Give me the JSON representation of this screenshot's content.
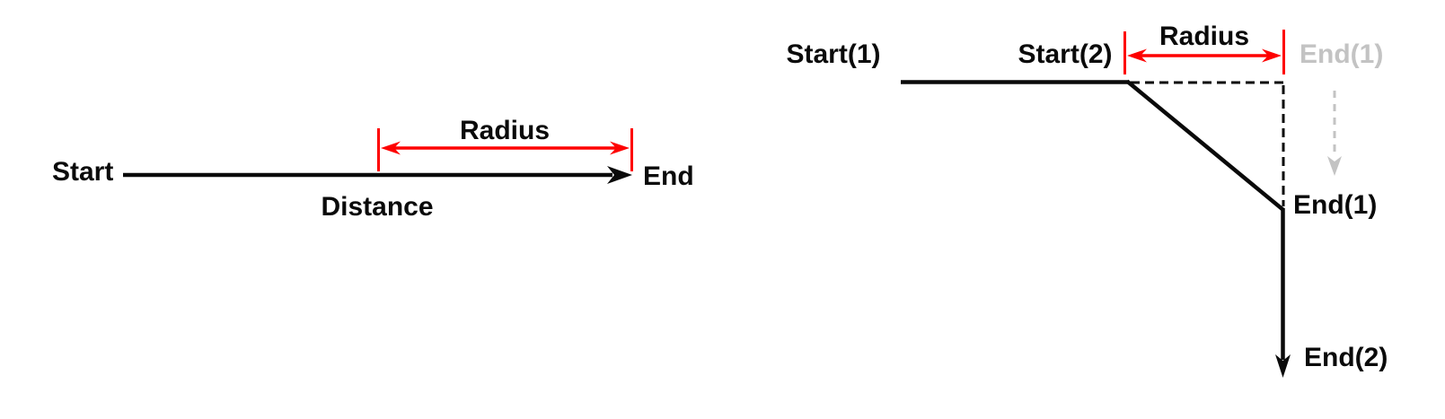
{
  "page": {
    "background": "#ffffff"
  },
  "colors": {
    "line_black": "#0a0a0a",
    "accent_red": "#fe0000",
    "ghost_gray": "#c3c3c3"
  },
  "left_diagram": {
    "start_label": "Start",
    "end_label": "End",
    "distance_label": "Distance",
    "radius_label": "Radius"
  },
  "right_diagram": {
    "start1_label": "Start(1)",
    "start2_label": "Start(2)",
    "radius_label": "Radius",
    "end1_ghost_label": "End(1)",
    "end1_label": "End(1)",
    "end2_label": "End(2)"
  }
}
